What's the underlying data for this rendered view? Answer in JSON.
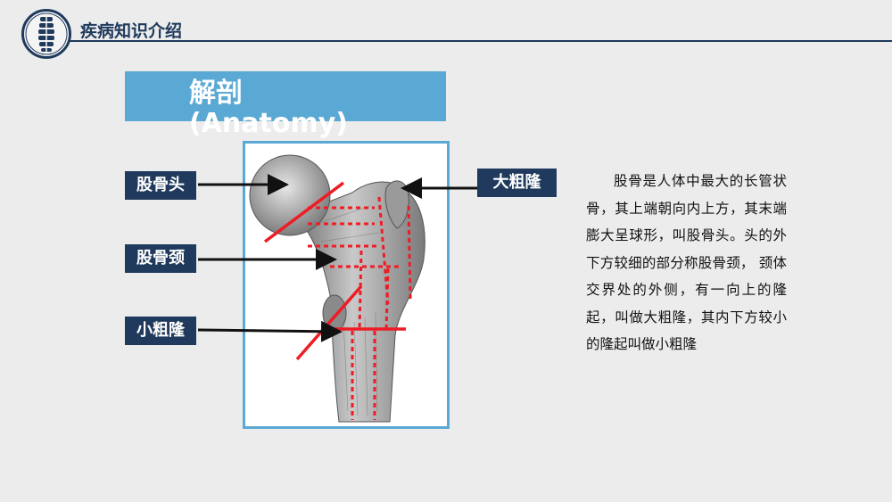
{
  "header": {
    "logo_icon": "spine-icon",
    "title": "疾病知识介绍"
  },
  "section": {
    "title": "解剖\n(Anatomy)"
  },
  "figure": {
    "labels": {
      "femoral_head": "股骨头",
      "femoral_neck": "股骨颈",
      "lesser_trochanter": "小粗隆",
      "greater_trochanter": "大粗隆"
    }
  },
  "description": "股骨是人体中最大的长管状骨，其上端朝向内上方，其末端膨大呈球形，叫股骨头。头的外下方较细的部分称股骨颈， 颈体交界处的外侧，有一向上的隆起，叫做大粗隆，其内下方较小的隆起叫做小粗隆",
  "colors": {
    "navy": "#1f3a5c",
    "accent_blue": "#5aa9d4",
    "marker_red": "#ee1c25"
  }
}
